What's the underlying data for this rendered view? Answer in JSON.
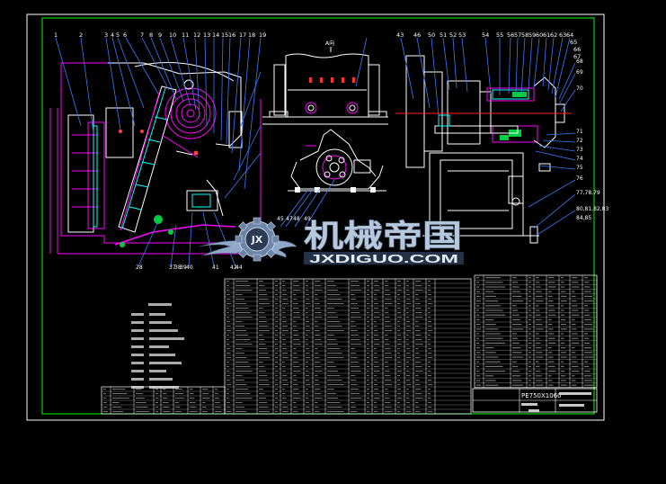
{
  "drawing": {
    "model_code": "PE750X1060",
    "view_a_label": "A向",
    "callouts_top_left": [
      "1",
      "2",
      "3",
      "4",
      "5",
      "6",
      "7",
      "8",
      "9",
      "10",
      "11",
      "12",
      "13",
      "14",
      "15",
      "16",
      "17",
      "18",
      "19"
    ],
    "callouts_top_right": [
      "43",
      "46",
      "50",
      "51",
      "52",
      "53",
      "54",
      "55",
      "56",
      "57",
      "58",
      "59",
      "60",
      "61",
      "62",
      "63",
      "64",
      "65",
      "66",
      "67"
    ],
    "callouts_right": [
      "68",
      "69",
      "70",
      "71",
      "72",
      "73",
      "74",
      "75",
      "76",
      "77,78,79",
      "80,81,82,83",
      "84,85"
    ],
    "callouts_bottom_left": [
      "28",
      "37",
      "38",
      "39",
      "40",
      "41",
      "42",
      "44",
      "45",
      "47",
      "48",
      "49"
    ]
  },
  "watermark": {
    "title": "机械帝国",
    "url": "JXDIGUO.COM",
    "badge_letters": "JX"
  },
  "colors": {
    "background": "#000000",
    "frame": "#00ff00",
    "outline": "#ffffff",
    "part_cyan": "#00ffff",
    "part_magenta": "#ff00ff",
    "centerline_red": "#ff2020",
    "annotation_blue": "#3a7bff",
    "watermark_steel": "#8fa8c8"
  }
}
